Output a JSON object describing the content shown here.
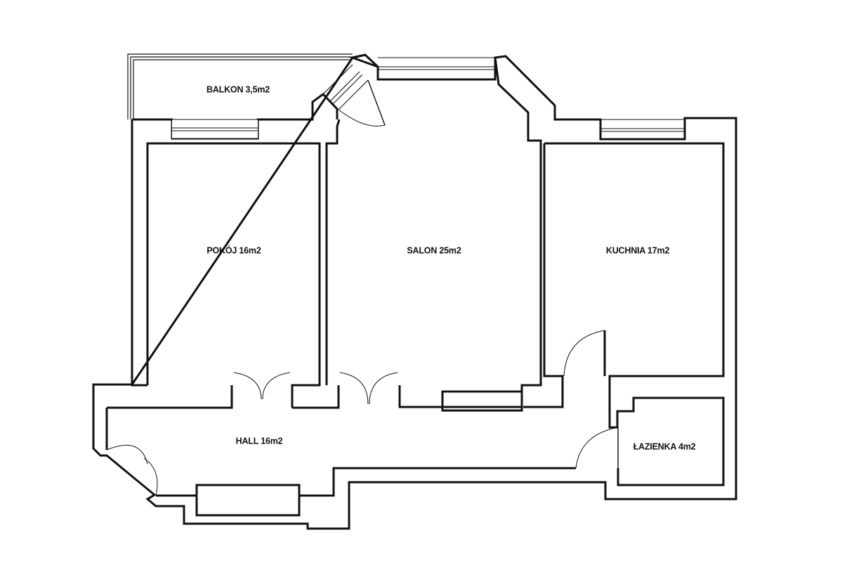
{
  "rooms": {
    "balkon": "BALKON 3,5m2",
    "pokoj": "POKÓJ 16m2",
    "salon": "SALON 25m2",
    "kuchnia": "KUCHNIA 17m2",
    "hall": "HALL 16m2",
    "lazienka": "ŁAZIENKA 4m2"
  },
  "colors": {
    "wall": "#111111",
    "background": "#ffffff"
  }
}
